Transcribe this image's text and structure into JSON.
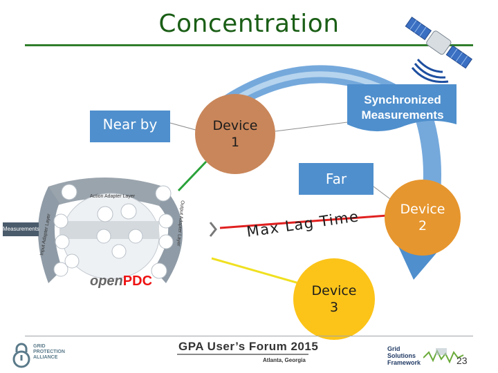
{
  "title": "Concentration",
  "labels": {
    "near_by": "Near by",
    "far": "Far",
    "synchronized": "Synchronized\nMeasurements",
    "lag_time": "Max Lag Time"
  },
  "devices": {
    "device1": "Device\n1",
    "device2": "Device\n2",
    "device3": "Device\n3"
  },
  "diagram": {
    "action_layer": "Action Adapter Layer",
    "input_layer": "Input Adapter Layer",
    "output_layer": "Output Adapter Layer",
    "measurements": "Measurements",
    "brand_open": "open",
    "brand_pdc": "PDC"
  },
  "footer": {
    "gpa_name": "GRID\nPROTECTION\nALLIANCE",
    "forum": "GPA User’s Forum 2015",
    "location": "Atlanta, Georgia",
    "gsf_name": "Grid\nSolutions\nFramework",
    "slide_number": "23"
  },
  "colors": {
    "title": "#1a5e16",
    "box_blue": "#4f8fcd",
    "device1": "#c9865a",
    "device2": "#e6962e",
    "device3": "#fcc419"
  }
}
